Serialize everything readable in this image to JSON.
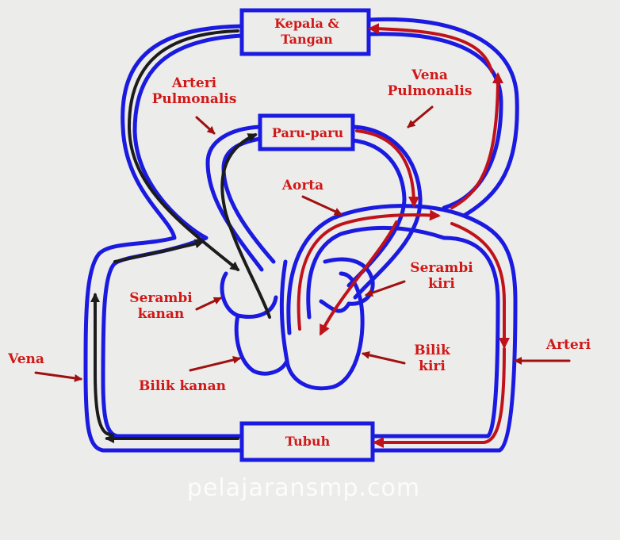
{
  "organs": {
    "head_arms": "Kepala &\nTangan",
    "lungs": "Paru-paru",
    "body": "Tubuh"
  },
  "labels": {
    "pulmonary_artery": "Arteri\nPulmonalis",
    "pulmonary_vein": "Vena\nPulmonalis",
    "aorta": "Aorta",
    "right_atrium": "Serambi\nkanan",
    "left_atrium": "Serambi\nkiri",
    "right_ventricle": "Bilik  kanan",
    "left_ventricle": "Bilik\nkiri",
    "vein": "Vena",
    "artery": "Arteri"
  },
  "watermark": "pelajaransmp.com",
  "colors": {
    "background": "#ececea",
    "vessel_outline": "#1a1ae0",
    "deoxygenated_flow": "#1c1c1c",
    "oxygenated_flow": "#c0121a",
    "label_text": "#d01818",
    "pointer_arrow": "#a01010"
  }
}
